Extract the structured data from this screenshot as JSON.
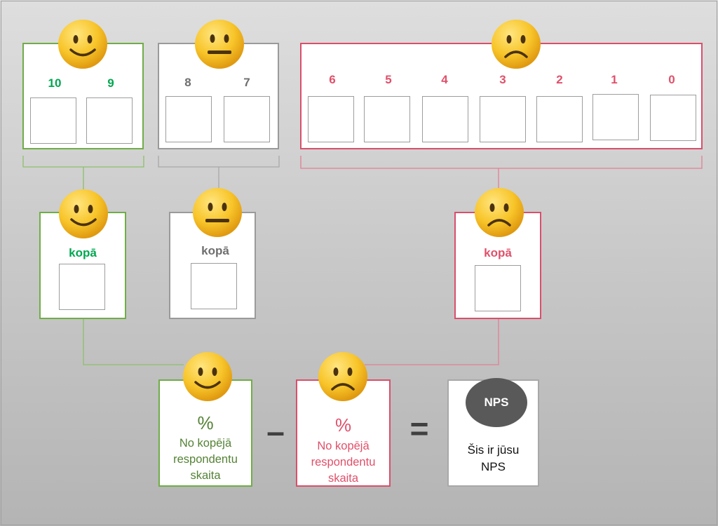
{
  "groups": {
    "promoters": {
      "scores": [
        "10",
        "9"
      ],
      "total_label": "kopā",
      "color": "#00a650",
      "border": "#70ad47"
    },
    "passives": {
      "scores": [
        "8",
        "7"
      ],
      "total_label": "kopā",
      "color": "#6e6e6e",
      "border": "#9a9a9a"
    },
    "detractors": {
      "scores": [
        "6",
        "5",
        "4",
        "3",
        "2",
        "1",
        "0"
      ],
      "total_label": "kopā",
      "color": "#e0506a",
      "border": "#d94f6b"
    }
  },
  "formula": {
    "promoters_percent": {
      "symbol": "%",
      "lines": [
        "No kopējā",
        "respondentu",
        "skaita"
      ],
      "color": "#548235"
    },
    "minus": "–",
    "detractors_percent": {
      "symbol": "%",
      "lines": [
        "No kopējā",
        "respondentu",
        "skaita"
      ],
      "color": "#e0506a"
    },
    "equals": "=",
    "result": {
      "badge": "NPS",
      "lines": [
        "Šis ir jūsu",
        "NPS"
      ]
    }
  },
  "icons": {
    "happy": "smiling-face-icon",
    "neutral": "neutral-face-icon",
    "sad": "frowning-face-icon"
  }
}
